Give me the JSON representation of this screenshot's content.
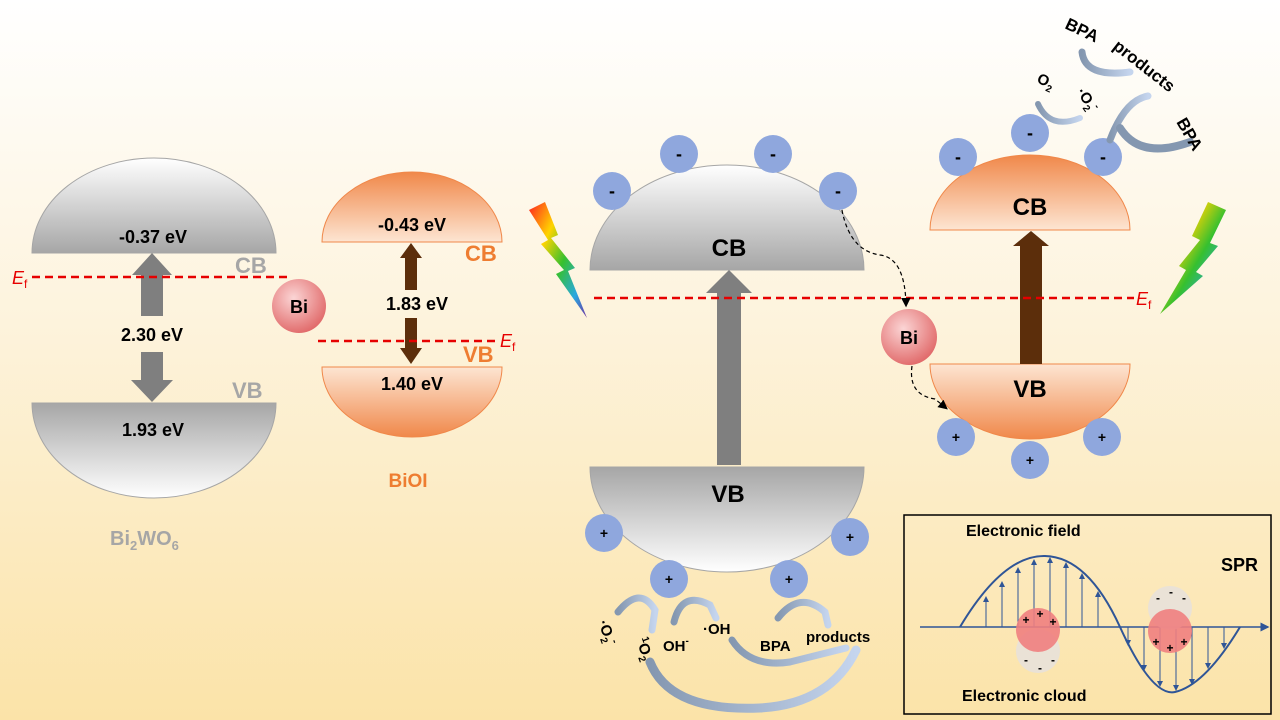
{
  "colors": {
    "gray": "#a6a6a6",
    "orange": "#f0884a",
    "electron": "#8fa7dd",
    "fermi": "#e60000",
    "arrow_gray": "#7f7f7f",
    "arrow_brown": "#5c2e0b",
    "wave": "#2f5597",
    "label_gray": "#a6a6a6",
    "label_orange": "#ee7d31"
  },
  "bi2wo6": {
    "cb_value": "-0.37 eV",
    "vb_value": "1.93 eV",
    "gap": "2.30 eV",
    "cb_label": "CB",
    "vb_label": "VB",
    "ef_main": "E",
    "ef_sub": "f",
    "name_main": "Bi",
    "name_sub1": "2",
    "name_mid": "WO",
    "name_sub2": "6"
  },
  "bi_left": "Bi",
  "bioi": {
    "cb_value": "-0.43 eV",
    "vb_value": "1.40 eV",
    "gap": "1.83 eV",
    "cb_label": "CB",
    "vb_label": "VB",
    "ef_main": "E",
    "ef_sub": "f",
    "name": "BiOI"
  },
  "hetero": {
    "cb_gray": "CB",
    "vb_gray": "VB",
    "cb_orange": "CB",
    "vb_orange": "VB",
    "bi": "Bi",
    "ef_main": "E",
    "ef_sub": "f",
    "minus": "-",
    "plus": "+"
  },
  "reactions_bottom": {
    "o2_radical": "·O",
    "o2_radical_sub": "2",
    "o2_radical_sup": "-",
    "singlet": "O",
    "singlet_pre": "1",
    "singlet_sub": "2",
    "oh_ion": "OH",
    "oh_ion_sup": "-",
    "oh_radical": "·OH",
    "bpa": "BPA",
    "products": "products"
  },
  "reactions_top": {
    "bpa1": "BPA",
    "products": "products",
    "bpa2": "BPA",
    "o2": "O",
    "o2_sub": "2",
    "o2_radical": "·O",
    "o2_radical_sub": "2",
    "o2_radical_sup": "-"
  },
  "spr": {
    "field": "Electronic field",
    "cloud": "Electronic cloud",
    "title": "SPR",
    "plus": "+",
    "minus": "-"
  }
}
